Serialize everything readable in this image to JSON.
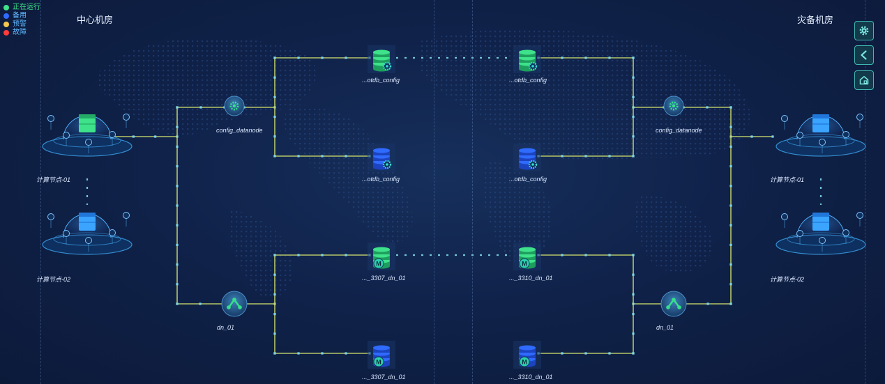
{
  "legend": [
    {
      "label": "正在运行",
      "color": "#3ee28a"
    },
    {
      "label": "备用",
      "color": "#2f6bff"
    },
    {
      "label": "预警",
      "color": "#f2c94c"
    },
    {
      "label": "故障",
      "color": "#ff3b3b"
    }
  ],
  "rooms": {
    "left": {
      "title": "中心机房"
    },
    "right": {
      "title": "灾备机房"
    }
  },
  "compute_nodes": {
    "left_1": {
      "label": "计算节点-01",
      "status": "running"
    },
    "left_2": {
      "label": "计算节点-02",
      "status": "standby"
    },
    "right_1": {
      "label": "计算节点-01",
      "status": "standby"
    },
    "right_2": {
      "label": "计算节点-02",
      "status": "standby"
    }
  },
  "hubs": {
    "left_config": {
      "label": "config_datanode",
      "icon": "gear-icon"
    },
    "left_dn": {
      "label": "dn_01",
      "icon": "network-icon"
    },
    "right_config": {
      "label": "config_datanode",
      "icon": "gear-icon"
    },
    "right_dn": {
      "label": "dn_01",
      "icon": "network-icon"
    }
  },
  "databases": {
    "left_cfg_1": {
      "label": "...otdb_config",
      "status": "running",
      "icon": "gear-icon"
    },
    "left_cfg_2": {
      "label": "...otdb_config",
      "status": "standby",
      "icon": "gear-icon"
    },
    "right_cfg_1": {
      "label": "...otdb_config",
      "status": "running",
      "icon": "gear-icon"
    },
    "right_cfg_2": {
      "label": "...otdb_config",
      "status": "standby",
      "icon": "gear-icon"
    },
    "left_dn_1": {
      "label": "..._3307_dn_01",
      "status": "running",
      "badge": "M"
    },
    "left_dn_2": {
      "label": "..._3307_dn_01",
      "status": "standby",
      "badge": "M"
    },
    "right_dn_1": {
      "label": "..._3310_dn_01",
      "status": "running",
      "badge": "M"
    },
    "right_dn_2": {
      "label": "..._3310_dn_01",
      "status": "standby",
      "badge": "M"
    }
  },
  "toolbar": [
    {
      "name": "settings-button",
      "icon": "gear-icon"
    },
    {
      "name": "back-button",
      "icon": "chevron-left-icon"
    },
    {
      "name": "home-button",
      "icon": "home-icon"
    }
  ],
  "colors": {
    "link": "#c9d96a",
    "link_node": "#7fd6e6",
    "running": "#3ee28a",
    "standby": "#2f6bff",
    "panel_accent": "#3fb8b0"
  }
}
